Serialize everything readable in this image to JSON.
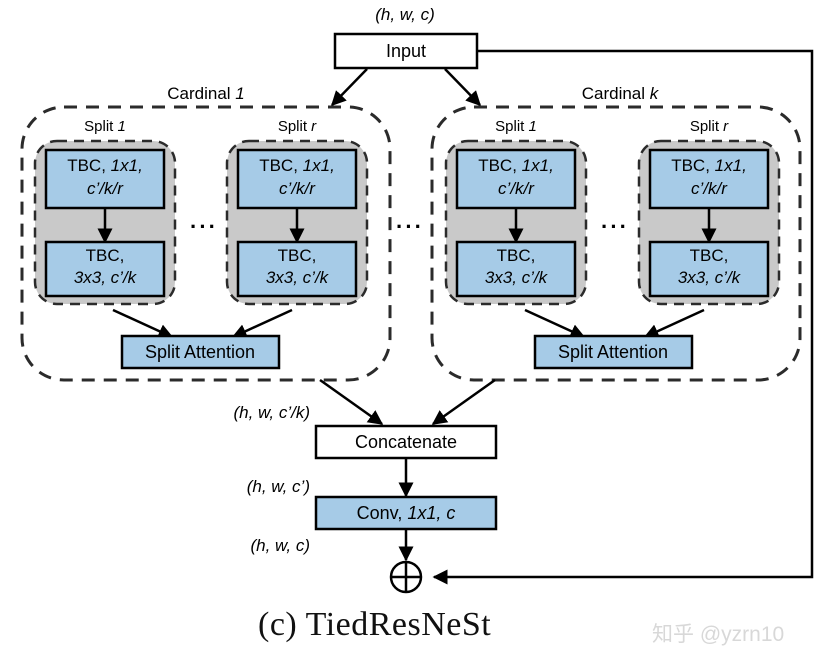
{
  "figure": {
    "caption": "(c) TiedResNeSt",
    "watermark": "知乎 @yzrn10"
  },
  "colors": {
    "block_fill": "#a6cbe7",
    "plain_fill": "#ffffff",
    "split_group_fill": "#c9c9c9",
    "stroke": "#000000",
    "dashed_stroke": "#2b2b2b",
    "caption_color": "#111111",
    "watermark_color": "#d8d8d8"
  },
  "nodes": {
    "input": {
      "label": "Input",
      "shape_label": "(h, w, c)"
    },
    "concatenate": {
      "label": "Concatenate",
      "shape_label": "(h, w, c’/k)"
    },
    "conv": {
      "label": "Conv, ",
      "label_italic": "1x1, c",
      "shape_label": "(h, w, c’)"
    },
    "sum": {
      "label": "⊕",
      "shape_label": "(h, w, c)"
    }
  },
  "cardinals": [
    {
      "title_prefix": "Cardinal ",
      "title_index": "1",
      "splits": [
        {
          "title_prefix": "Split ",
          "title_index": "1",
          "blocks": [
            {
              "line1": "TBC, ",
              "line1_italic": "1x1,",
              "line2_italic": "c’/k/r"
            },
            {
              "line1": "TBC,",
              "line1_italic": "",
              "line2_italic": "3x3, c’/k"
            }
          ]
        },
        {
          "title_prefix": "Split ",
          "title_index": "r",
          "blocks": [
            {
              "line1": "TBC, ",
              "line1_italic": "1x1,",
              "line2_italic": "c’/k/r"
            },
            {
              "line1": "TBC,",
              "line1_italic": "",
              "line2_italic": "3x3, c’/k"
            }
          ]
        }
      ],
      "attention": {
        "label": "Split Attention"
      },
      "inner_ellipsis": "···"
    },
    {
      "title_prefix": "Cardinal ",
      "title_index": "k",
      "splits": [
        {
          "title_prefix": "Split ",
          "title_index": "1",
          "blocks": [
            {
              "line1": "TBC, ",
              "line1_italic": "1x1,",
              "line2_italic": "c’/k/r"
            },
            {
              "line1": "TBC,",
              "line1_italic": "",
              "line2_italic": "3x3, c’/k"
            }
          ]
        },
        {
          "title_prefix": "Split ",
          "title_index": "r",
          "blocks": [
            {
              "line1": "TBC, ",
              "line1_italic": "1x1,",
              "line2_italic": "c’/k/r"
            },
            {
              "line1": "TBC,",
              "line1_italic": "",
              "line2_italic": "3x3, c’/k"
            }
          ]
        }
      ],
      "attention": {
        "label": "Split Attention"
      },
      "inner_ellipsis": "···"
    }
  ],
  "between_cardinals_ellipsis": "···"
}
